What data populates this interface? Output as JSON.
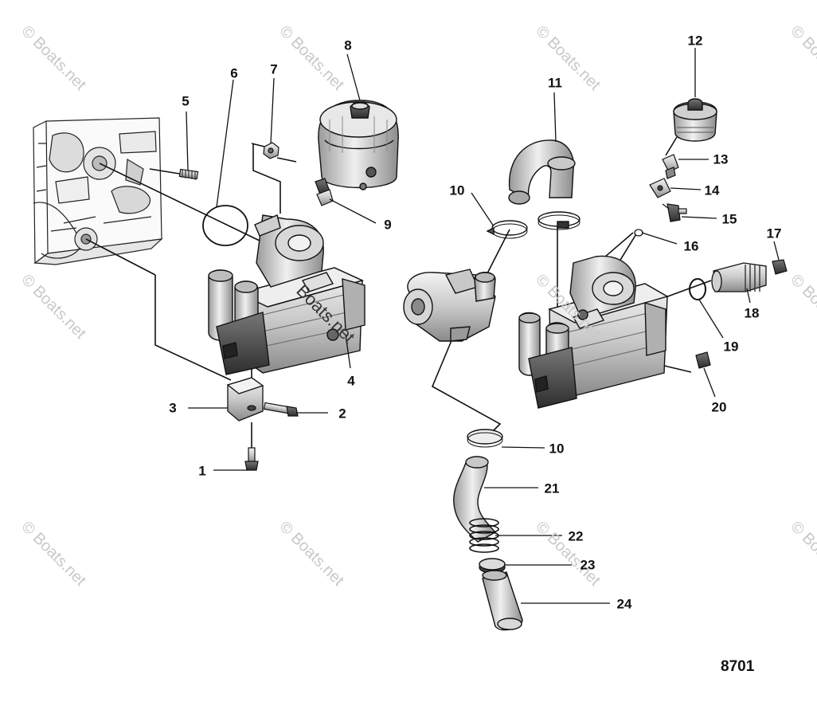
{
  "watermark": "© Boats.net",
  "watermark_inline": "Boats.net",
  "figure_number": "8701",
  "callouts": [
    "1",
    "2",
    "3",
    "4",
    "5",
    "6",
    "7",
    "8",
    "9",
    "10",
    "10",
    "11",
    "12",
    "13",
    "14",
    "15",
    "16",
    "17",
    "18",
    "19",
    "20",
    "21",
    "22",
    "23",
    "24"
  ]
}
